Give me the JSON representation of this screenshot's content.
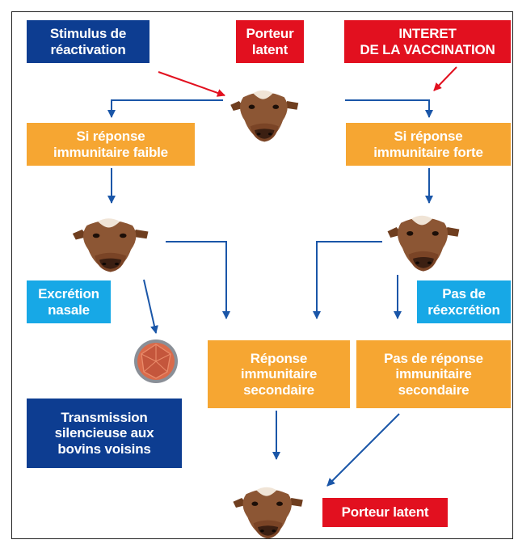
{
  "colors": {
    "dark_blue": "#0d3d91",
    "red": "#e2101f",
    "orange": "#f6a632",
    "light_blue": "#17a8e6",
    "arrow_blue": "#1a56a8",
    "arrow_red": "#e2101f"
  },
  "nodes": {
    "stimulus": "Stimulus de\nréactivation",
    "porteur_latent_top": "Porteur\nlatent",
    "interet": "INTERET\nDE LA VACCINATION",
    "reponse_faible": "Si réponse\nimmunitaire faible",
    "reponse_forte": "Si réponse\nimmunitaire forte",
    "excretion": "Excrétion\nnasale",
    "pas_reexcretion": "Pas de\nréexcrétion",
    "reponse_secondaire": "Réponse\nimmunitaire\nsecondaire",
    "pas_reponse_secondaire": "Pas de réponse\nimmunitaire\nsecondaire",
    "transmission": "Transmission\nsilencieuse aux\nbovins voisins",
    "porteur_latent_bottom": "Porteur latent"
  },
  "icons": {
    "cow": "cow-head-icon",
    "virus": "virus-particle-icon"
  }
}
